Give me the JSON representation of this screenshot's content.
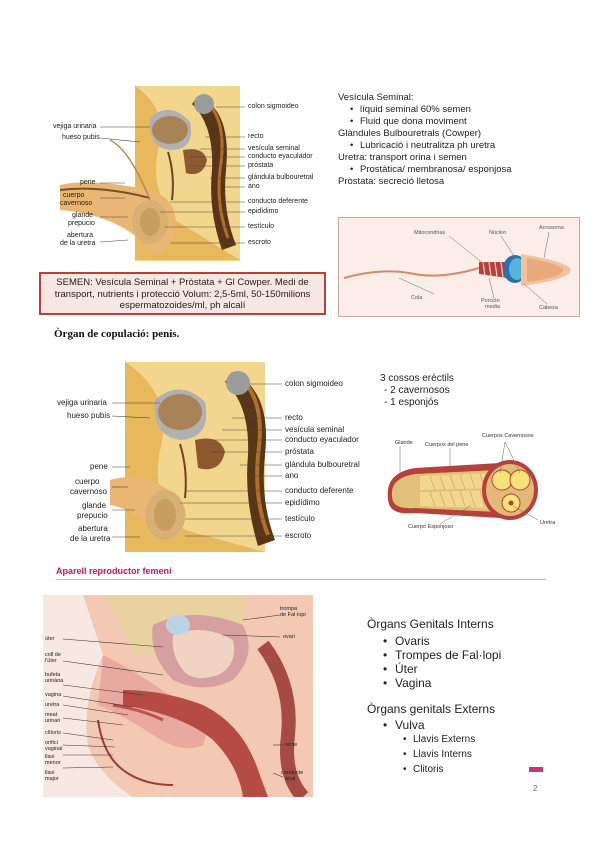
{
  "male_fig1": {
    "labels": {
      "colon": "colon sigmoideo",
      "vejiga": "vejiga urinaria",
      "hueso": "hueso pubis",
      "recto": "recto",
      "vesicula": "vesícula seminal",
      "conducto_eyac": "conducto eyaculador",
      "prostata": "próstata",
      "glandula": "glándula bulbouretral",
      "ano": "ano",
      "pene": "pene",
      "cuerpo": "cuerpo",
      "cavernoso": "cavernoso",
      "glande": "glande",
      "prepucio": "prepucio",
      "abertura": "abertura",
      "uretra": "de la uretra",
      "deferente": "conducto deferente",
      "epididimo": "epidídimo",
      "testiculo": "testículo",
      "escroto": "escroto"
    }
  },
  "notes1": {
    "vesicula_title": "Vesícula Seminal:",
    "vesicula_items": [
      "líquid seminal 60% semen",
      "Fluid que dona moviment"
    ],
    "glandules_title": "Glàndules Bulbouretrals (Cowper)",
    "glandules_items": [
      "Lubricació i neutralitza ph uretra"
    ],
    "uretra_title": "Uretra: transport orina i semen",
    "uretra_items": [
      "Prostàtica/ membranosa/ esponjosa"
    ],
    "prostata": "Pròstata: secreció lletosa"
  },
  "sperm": {
    "mitocondrias": "Mitocondrias",
    "nucleo": "Núcleo",
    "acrosoma": "Acrosoma",
    "cola": "Cola",
    "porcion": "Porción",
    "media": "media",
    "cabeza": "Cabeza"
  },
  "semen_box": {
    "line1": "SEMEN: Vesícula Seminal + Pròstata + Gl Cowper. Medi de",
    "line2": "transport, nutrients i protecció Volum: 2,5-5ml, 50-150milions",
    "line3": "espermatozoides/ml, ph alcalí"
  },
  "organ_copulacio": "Òrgan de copulació: penis.",
  "erectil": {
    "title": "3 cossos erèctils",
    "items": [
      "- 2 cavernosos",
      "- 1 esponjós"
    ],
    "glande": "Glande",
    "cuerpos_cav": "Cuerpos Cavernosos",
    "cuerpos_pene": "Cuerpos del pene",
    "cuerpo_esp": "Cuerpo Esponjoso",
    "uretra": "Uretra"
  },
  "section_heading": "Aparell reproductor femení",
  "female_fig": {
    "labels": {
      "trompa": "trompa",
      "falopi": "de Fal·lopi",
      "ovari": "ovari",
      "uter": "úter",
      "coll1": "coll de",
      "coll2": "l'úter",
      "bufeta1": "bufeta",
      "bufeta2": "urinària",
      "vagina": "vagina",
      "uretra": "uretra",
      "meat1": "meat",
      "meat2": "urinari",
      "clitoris": "clítoris",
      "orifici1": "orifici",
      "orifici2": "vaginal",
      "llavi_menor1": "llavi",
      "llavi_menor2": "menor",
      "llavi_major1": "llavi",
      "llavi_major2": "major",
      "recto": "recte",
      "conducte1": "conducte",
      "conducte2": "anal"
    }
  },
  "organs": {
    "interns_title": "Òrgans Genitals Interns",
    "interns": [
      "Ovaris",
      "Trompes de Fal·lopi",
      "Úter",
      "Vagina"
    ],
    "externs_title": "Òrgans genitals Externs",
    "externs_item": "Vulva",
    "vulva_items": [
      "Llavis Externs",
      "Llavis Interns",
      "Clitoris"
    ]
  },
  "page_number": "2",
  "colors": {
    "accent": "#cc3377",
    "box_border": "#b5413c",
    "box_bg": "#f7e6e1"
  }
}
